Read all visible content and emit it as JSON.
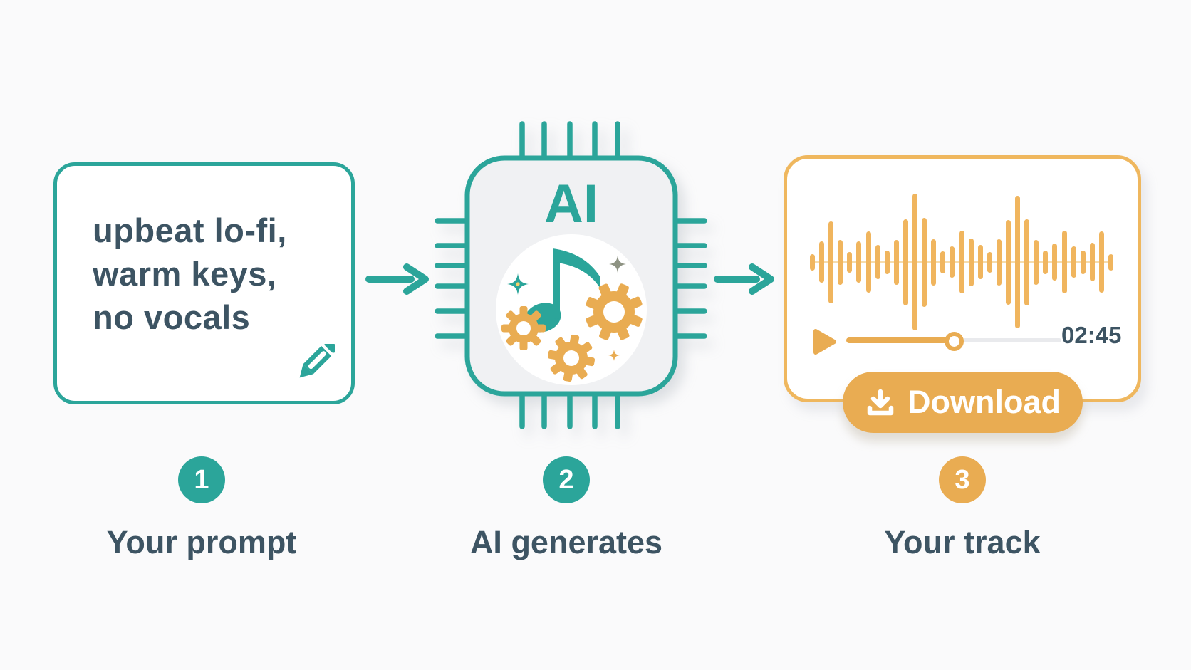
{
  "colors": {
    "teal": "#2BA59A",
    "orange": "#E9AC52",
    "orange_border": "#EFB75E",
    "waveform_orange": "#F0B55E",
    "dark_text": "#3D5463",
    "chip_fill": "#F0F1F3",
    "track_remaining_gray": "#E9EAED",
    "background": "#FAFAFB",
    "card_background": "#FFFFFF"
  },
  "steps": [
    {
      "number": "1",
      "label": "Your prompt"
    },
    {
      "number": "2",
      "label": "AI generates"
    },
    {
      "number": "3",
      "label": "Your track"
    }
  ],
  "prompt_card": {
    "text_lines": [
      "upbeat lo-fi,",
      "warm keys,",
      "no vocals"
    ]
  },
  "chip": {
    "label": "AI"
  },
  "player": {
    "current_time": "02:45",
    "progress_percent": 50,
    "download_label": "Download",
    "waveform_bars": [
      0.12,
      0.3,
      0.6,
      0.33,
      0.15,
      0.3,
      0.45,
      0.25,
      0.17,
      0.33,
      0.63,
      1.0,
      0.65,
      0.34,
      0.16,
      0.23,
      0.46,
      0.35,
      0.25,
      0.15,
      0.34,
      0.62,
      0.97,
      0.63,
      0.33,
      0.17,
      0.27,
      0.46,
      0.23,
      0.17,
      0.28,
      0.45,
      0.12
    ]
  }
}
